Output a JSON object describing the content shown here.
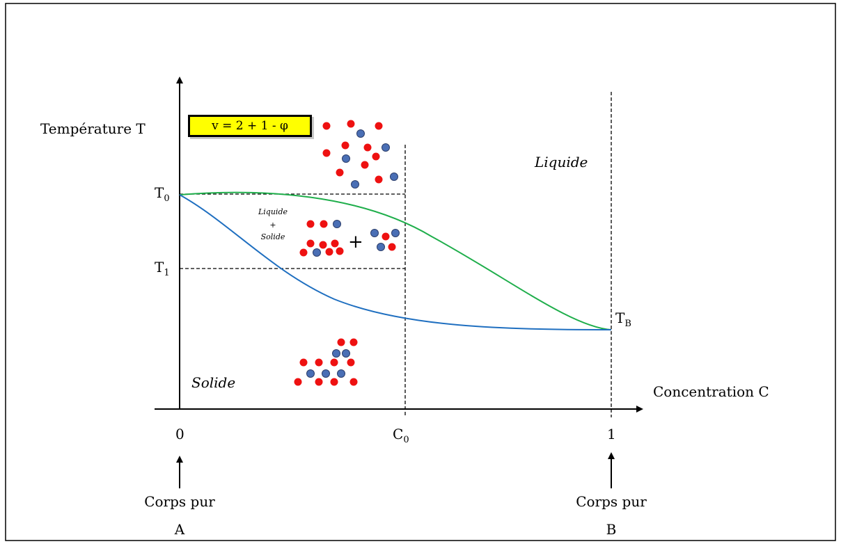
{
  "axes": {
    "y_label": "Température T",
    "x_label": "Concentration C",
    "x_tick_0": "0",
    "x_tick_c0": "C",
    "x_tick_c0_sub": "0",
    "x_tick_1": "1",
    "t0": "T",
    "t0_sub": "0",
    "t1": "T",
    "t1_sub": "1",
    "tb": "T",
    "tb_sub": "B"
  },
  "formula": "v = 2 + 1 - φ",
  "regions": {
    "liquid": "Liquide",
    "solid": "Solide",
    "mixed_line1": "Liquide",
    "mixed_plus": "+",
    "mixed_line2": "Solide",
    "mixture_plus": "+"
  },
  "pure_bodies": {
    "a_line1": "Corps pur",
    "a_line2": "A",
    "b_line1": "Corps pur",
    "b_line2": "B"
  },
  "colors": {
    "atom_a": "#ee1111",
    "atom_b": "#4a6fb5",
    "liquidus": "#1fae4b",
    "solidus": "#1f6fc0",
    "formula_bg": "#ffff00"
  }
}
